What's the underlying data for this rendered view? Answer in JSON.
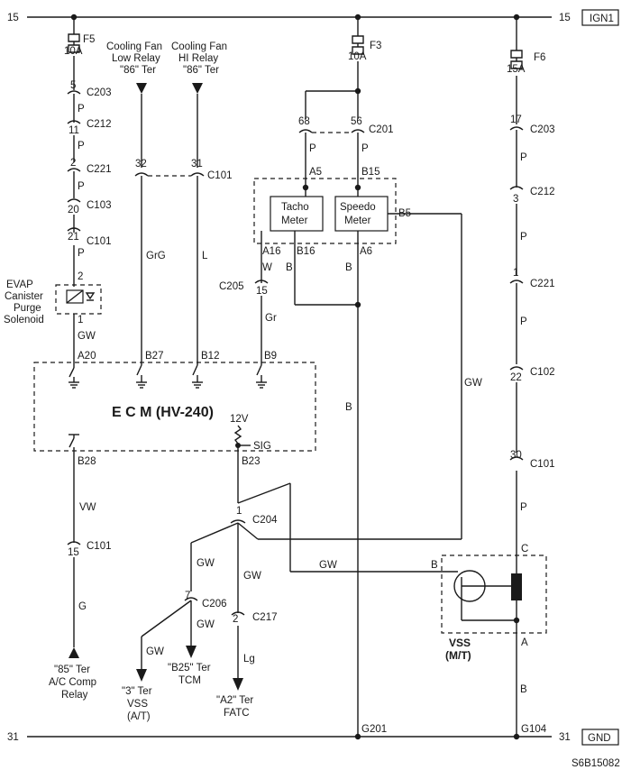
{
  "diagram_id": "S6B15082",
  "rails": {
    "top": {
      "num_left": "15",
      "num_right": "15",
      "label": "IGN1"
    },
    "bottom": {
      "num_left": "31",
      "num_right": "31",
      "label": "GND"
    }
  },
  "fuses": {
    "f5": {
      "name": "F5",
      "rating": "10A"
    },
    "f3": {
      "name": "F3",
      "rating": "10A"
    },
    "f6": {
      "name": "F6",
      "rating": "15A"
    }
  },
  "connectors": {
    "c203_l": {
      "pin": "5",
      "name": "C203"
    },
    "c212_l": {
      "pin": "11",
      "name": "C212"
    },
    "c221_l": {
      "pin": "2",
      "name": "C221"
    },
    "c103": {
      "pin": "20",
      "name": "C103"
    },
    "c101_l": {
      "pin": "21",
      "name": "C101"
    },
    "c101_fan": {
      "pin_a": "32",
      "pin_b": "31",
      "name": "C101"
    },
    "c201": {
      "pin_a": "68",
      "pin_b": "56",
      "name": "C201"
    },
    "c205": {
      "pin": "15",
      "name": "C205"
    },
    "c101_b": {
      "pin": "15",
      "name": "C101"
    },
    "c204": {
      "pin": "1",
      "name": "C204"
    },
    "c206": {
      "pin": "7",
      "name": "C206"
    },
    "c217": {
      "pin": "2",
      "name": "C217"
    },
    "c203_r": {
      "pin": "17",
      "name": "C203"
    },
    "c212_r": {
      "pin": "3",
      "name": "C212"
    },
    "c221_r": {
      "pin": "1",
      "name": "C221"
    },
    "c102": {
      "pin": "22",
      "name": "C102"
    },
    "c101_r": {
      "pin": "30",
      "name": "C101"
    }
  },
  "wires": {
    "p": "P",
    "gw": "GW",
    "grg": "GrG",
    "l": "L",
    "w": "W",
    "gr": "Gr",
    "b": "B",
    "vw": "VW",
    "g": "G",
    "lg": "Lg"
  },
  "components": {
    "evap": {
      "line1": "EVAP",
      "line2": "Canister",
      "line3": "Purge",
      "line4": "Solenoid",
      "pin_top": "2",
      "pin_bottom": "1"
    },
    "fan_low": {
      "line1": "Cooling Fan",
      "line2": "Low Relay",
      "line3": "\"86\" Ter"
    },
    "fan_hi": {
      "line1": "Cooling Fan",
      "line2": "HI Relay",
      "line3": "\"86\" Ter"
    },
    "tacho": {
      "line1": "Tacho",
      "line2": "Meter",
      "pin_top": "A5",
      "pin_bottom": "A16",
      "pin_bottom2": "B16"
    },
    "speedo": {
      "line1": "Speedo",
      "line2": "Meter",
      "pin_top": "B15",
      "pin_bottom": "A6",
      "pin_side": "B5"
    },
    "ecm": {
      "title": "E C M (HV-240)",
      "pin_a20": "A20",
      "pin_b27": "B27",
      "pin_b12": "B12",
      "pin_b9": "B9",
      "pin_b28": "B28",
      "pin_b23": "B23",
      "v12": "12V",
      "sig": "SIG"
    },
    "ac_comp": {
      "line1": "\"85\" Ter",
      "line2": "A/C Comp",
      "line3": "Relay"
    },
    "vss_at": {
      "line1": "\"3\" Ter",
      "line2": "VSS",
      "line3": "(A/T)"
    },
    "tcm": {
      "line1": "\"B25\" Ter",
      "line2": "TCM"
    },
    "fatc": {
      "line1": "\"A2\" Ter",
      "line2": "FATC"
    },
    "vss_mt": {
      "line1": "VSS",
      "line2": "(M/T)",
      "pin_b": "B",
      "pin_c": "C",
      "pin_a": "A"
    }
  },
  "grounds": {
    "g201": "G201",
    "g104": "G104"
  }
}
